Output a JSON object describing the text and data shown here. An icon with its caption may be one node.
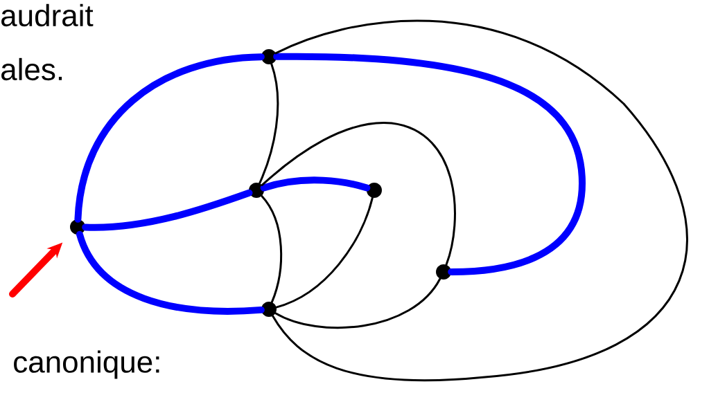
{
  "diagram": {
    "nodes": [
      {
        "text": [],
        "shape": "circle"
      },
      {
        "text": [],
        "shape": "circle"
      },
      {
        "text": [],
        "shape": "circle"
      },
      {
        "text": [],
        "shape": "circle"
      },
      {
        "text": [],
        "shape": "circle"
      },
      {
        "text": [],
        "shape": "circle"
      }
    ],
    "edges": [
      {
        "from": 3,
        "to": 0,
        "arrow": "none",
        "style": "thick",
        "color": "#0000ff"
      },
      {
        "from": 0,
        "to": 4,
        "arrow": "none",
        "style": "thick",
        "color": "#0000ff"
      },
      {
        "from": 3,
        "to": 1,
        "arrow": "none",
        "style": "thick",
        "color": "#0000ff"
      },
      {
        "from": 1,
        "to": 2,
        "arrow": "none",
        "style": "thick",
        "color": "#0000ff"
      },
      {
        "from": 3,
        "to": 5,
        "arrow": "none",
        "style": "thick",
        "color": "#0000ff"
      },
      {
        "from": 0,
        "to": 1,
        "arrow": "none"
      },
      {
        "from": 0,
        "to": 5,
        "arrow": "none"
      },
      {
        "from": 1,
        "to": 5,
        "arrow": "none"
      },
      {
        "from": 1,
        "to": 4,
        "arrow": "none"
      },
      {
        "from": 2,
        "to": 5,
        "arrow": "none"
      },
      {
        "from": 4,
        "to": 5,
        "arrow": "none"
      },
      {
        "from": null,
        "to": 3,
        "arrow": "to",
        "style": "thick",
        "color": "#ff0000"
      }
    ],
    "labels": [
      "audrait",
      "ales.",
      "canonique:"
    ]
  }
}
